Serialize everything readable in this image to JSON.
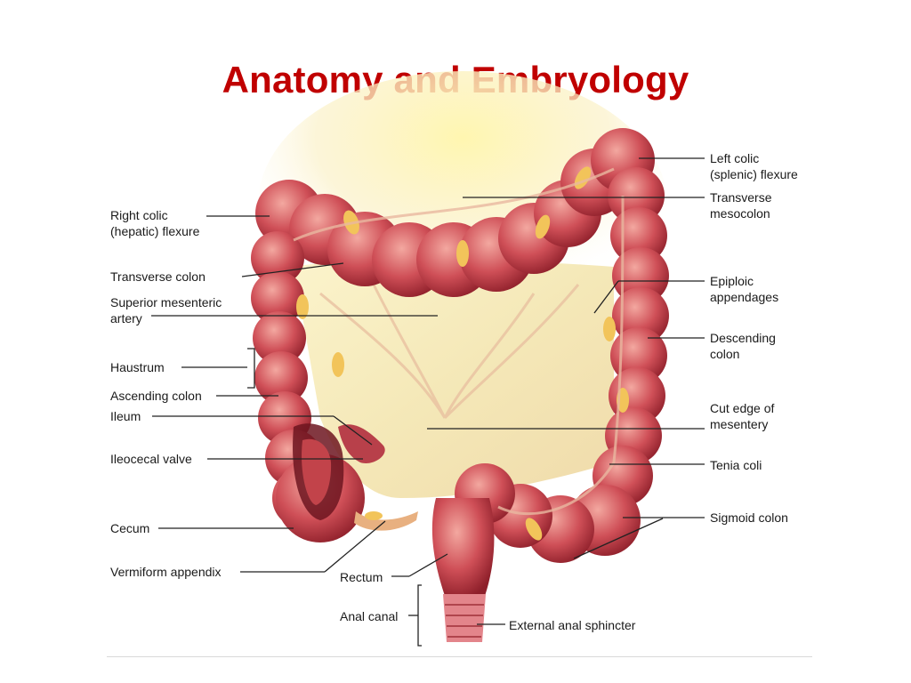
{
  "title": "Anatomy and Embryology",
  "colors": {
    "title": "#c00000",
    "colon": "#c8434c",
    "colon_dark": "#8e1f2a",
    "colon_light": "#f0a09a",
    "fat": "#f2c45a",
    "mesentery": "#f6efc0"
  },
  "labels_left": {
    "right_colic": [
      "Right colic",
      "(hepatic) flexure"
    ],
    "transverse_colon": "Transverse colon",
    "sma": [
      "Superior mesenteric",
      "artery"
    ],
    "haustrum": "Haustrum",
    "ascending_colon": "Ascending colon",
    "ileum": "Ileum",
    "ileocecal_valve": "Ileocecal valve",
    "cecum": "Cecum",
    "appendix": "Vermiform appendix"
  },
  "labels_right": {
    "left_colic": [
      "Left colic",
      "(splenic) flexure"
    ],
    "transverse_mesocolon": [
      "Transverse",
      "mesocolon"
    ],
    "epiploic": [
      "Epiploic",
      "appendages"
    ],
    "descending_colon": [
      "Descending",
      "colon"
    ],
    "cut_edge": [
      "Cut edge of",
      "mesentery"
    ],
    "tenia_coli": "Tenia coli",
    "sigmoid_colon": "Sigmoid colon"
  },
  "labels_bottom": {
    "rectum": "Rectum",
    "anal_canal": "Anal canal",
    "external_sphincter": "External anal sphincter"
  }
}
